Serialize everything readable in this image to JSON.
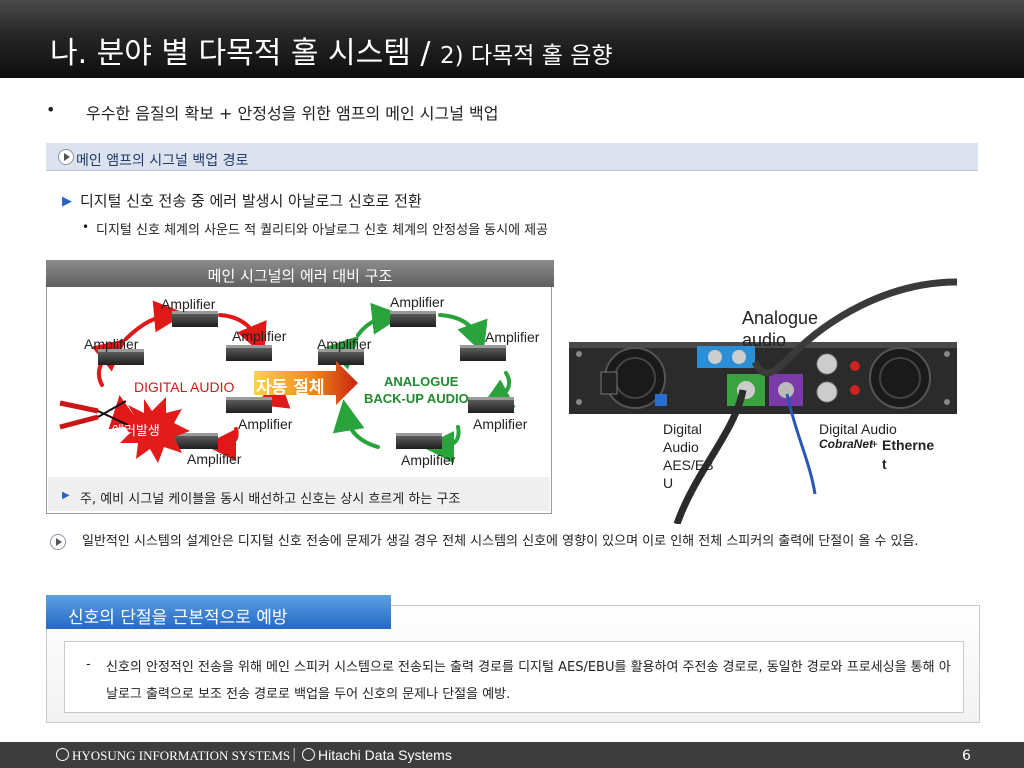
{
  "header": {
    "title": "나. 분야 별 다목적 홀 시스템 /",
    "subtitle": "2) 다목적 홀 음향"
  },
  "top_bullet": {
    "dot": "•",
    "text": "우수한 음질의 확보 + 안정성을 위한 앰프의 메인 시그널 백업"
  },
  "section": {
    "label": "메인 앰프의 시그널 백업 경로",
    "point": "디지털 신호 전송 중 에러 발생시 아날로그 신호로 전환",
    "sub_point": "디지털 신호 체계의 사운드 적 퀄리티와 아날로그 신호 체계의 안정성을 동시에 제공"
  },
  "diagram": {
    "header": "메인 시그널의 에러 대비 구조",
    "amplifier_label": "Amplifier",
    "digital_label": "DIGITAL AUDIO",
    "analogue_label_1": "ANALOGUE",
    "analogue_label_2": "BACK-UP AUDIO",
    "switch_label": "자동 절체",
    "error_label": "에러발생",
    "footer": "주, 예비 시그널 케이블을 동시 배선하고 신호는 상시 흐르게 하는 구조",
    "colors": {
      "digital_loop": "#e01818",
      "analogue_loop": "#2aa33c",
      "switch_arrow": "#d42b12",
      "error_burst": "#e21b1b"
    }
  },
  "photo": {
    "analogue_label_1": "Analogue",
    "analogue_label_2": "audio",
    "digital_aes_1": "Digital",
    "digital_aes_2": "Audio",
    "digital_aes_3": "AES/EB",
    "digital_aes_4": "U",
    "digital_audio": "Digital Audio",
    "cobranet": "CobraNet",
    "plus": "+",
    "ethernet_1": "Etherne",
    "ethernet_2": "t"
  },
  "note": {
    "text": "일반적인 시스템의 설계안은 디지털 신호 전송에 문제가 생길 경우 전체 시스템의 신호에 영향이 있으며 이로 인해 전체 스피커의 출력에 단절이 올 수 있음."
  },
  "prevention": {
    "title": "신호의 단절을 근본적으로 예방",
    "dash": "-",
    "text": "신호의 안정적인 전송을 위해 메인 스피커 시스템으로 전송되는 출력 경로를 디지털 AES/EBU를 활용하여 주전송 경로로, 동일한 경로와 프로세싱을 통해 아날로그 출력으로 보조 전송 경로로 백업을 두어 신호의 문제나 단절을 예방."
  },
  "footer": {
    "logo1": "HYOSUNG INFORMATION SYSTEMS",
    "separator": "|",
    "logo2": "Hitachi Data Systems",
    "page": "6"
  }
}
